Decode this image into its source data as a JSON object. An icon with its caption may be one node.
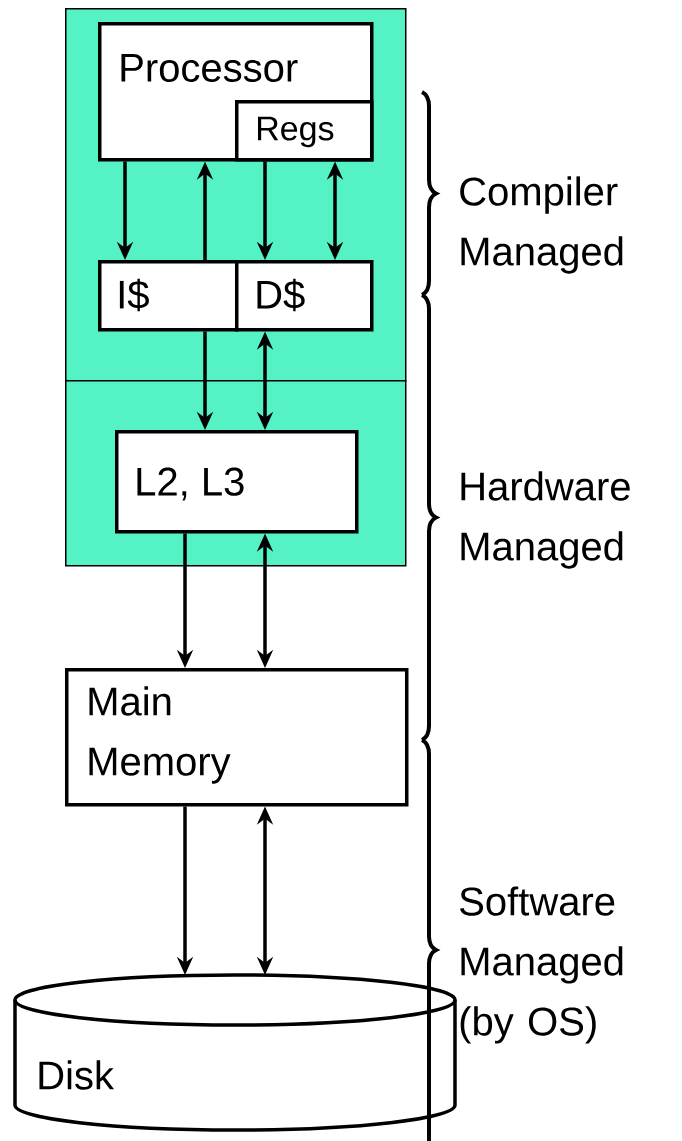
{
  "diagram": {
    "nodes": [
      {
        "text": [],
        "shape": "box"
      },
      {
        "text": [],
        "shape": "box"
      },
      {
        "text": [
          "Processor"
        ],
        "in": 0
      },
      {
        "text": [
          "Regs"
        ],
        "in": 2
      },
      {
        "text": [
          "I$"
        ],
        "in": 0
      },
      {
        "text": [
          "D$"
        ],
        "in": 0
      },
      {
        "text": [
          "L2, L3"
        ],
        "in": 1
      },
      {
        "text": [
          "Main Memory"
        ]
      },
      {
        "text": [
          "Disk"
        ]
      }
    ],
    "edges": [
      {
        "from": 2,
        "to": 4,
        "arrow": "to"
      },
      {
        "from": 4,
        "to": 2,
        "arrow": "to"
      },
      {
        "from": 3,
        "to": 5,
        "arrow": "to"
      },
      {
        "from": 3,
        "to": 5,
        "arrow": "both"
      },
      {
        "from": 4,
        "to": 6,
        "arrow": "to"
      },
      {
        "from": 5,
        "to": 6,
        "arrow": "both"
      },
      {
        "from": 6,
        "to": 7,
        "arrow": "to"
      },
      {
        "from": 6,
        "to": 7,
        "arrow": "both"
      },
      {
        "from": 7,
        "to": 8,
        "arrow": "to"
      },
      {
        "from": 7,
        "to": 8,
        "arrow": "both"
      }
    ],
    "labels": [
      "Compiler Managed",
      "Hardware Managed",
      "Software Managed (by OS)"
    ]
  }
}
